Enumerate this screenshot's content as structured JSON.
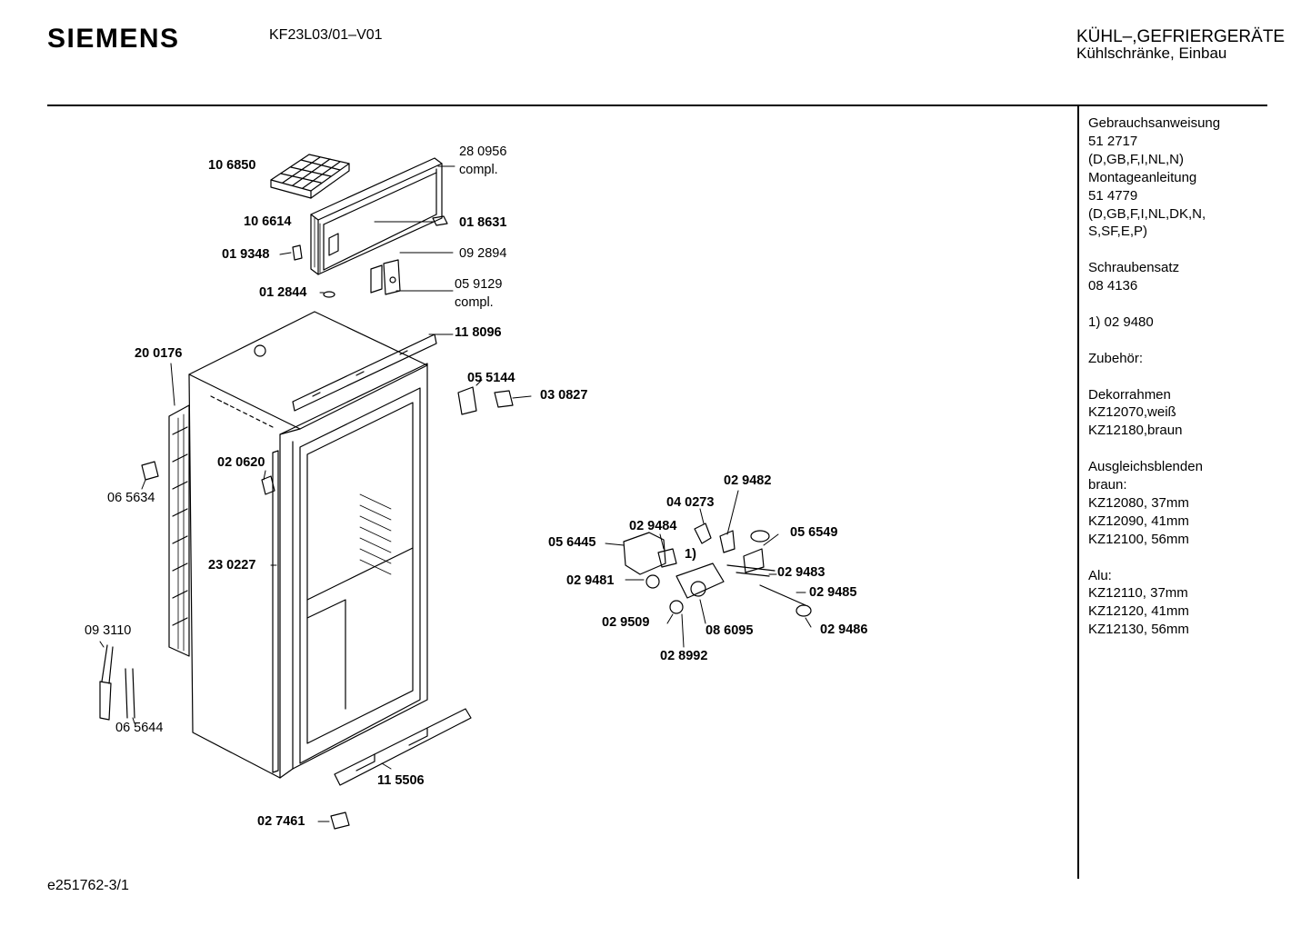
{
  "header": {
    "brand": "SIEMENS",
    "model": "KF23L03/01–V01",
    "category_line1": "KÜHL–,GEFRIERGERÄTE",
    "category_line2": "Kühlschränke, Einbau"
  },
  "info_panel": [
    "Gebrauchsanweisung",
    "51 2717",
    "(D,GB,F,I,NL,N)",
    "Montageanleitung",
    "51 4779",
    "(D,GB,F,I,NL,DK,N,",
    "S,SF,E,P)",
    "",
    "Schraubensatz",
    "08 4136",
    "",
    "1)  02 9480",
    "",
    "Zubehör:",
    "",
    "Dekorrahmen",
    "KZ12070,weiß",
    "KZ12180,braun",
    "",
    "Ausgleichsblenden",
    "braun:",
    "KZ12080, 37mm",
    "KZ12090, 41mm",
    "KZ12100, 56mm",
    "",
    "Alu:",
    "KZ12110, 37mm",
    "KZ12120, 41mm",
    "KZ12130, 56mm"
  ],
  "parts": {
    "p106850": "10 6850",
    "p280956": "28 0956",
    "p280956_compl": "compl.",
    "p106614": "10 6614",
    "p018631": "01 8631",
    "p019348": "01 9348",
    "p092894": "09 2894",
    "p059129": "05 9129",
    "p059129_compl": "compl.",
    "p012844": "01 2844",
    "p118096": "11 8096",
    "p200176": "20 0176",
    "p055144": "05 5144",
    "p030827": "03 0827",
    "p020620": "02 0620",
    "p065634": "06 5634",
    "p230227": "23 0227",
    "p093110": "09 3110",
    "p065644": "06 5644",
    "p115506": "11 5506",
    "p027461": "02 7461",
    "p029482": "02 9482",
    "p040273": "04 0273",
    "p029484": "02 9484",
    "p056549": "05 6549",
    "p056445": "05 6445",
    "note1": "1)",
    "p029483": "02 9483",
    "p029481": "02 9481",
    "p029485": "02 9485",
    "p029509": "02 9509",
    "p086095": "08 6095",
    "p029486": "02 9486",
    "p028992": "02 8992"
  },
  "footer": {
    "doc_id": "e251762-3/1"
  }
}
